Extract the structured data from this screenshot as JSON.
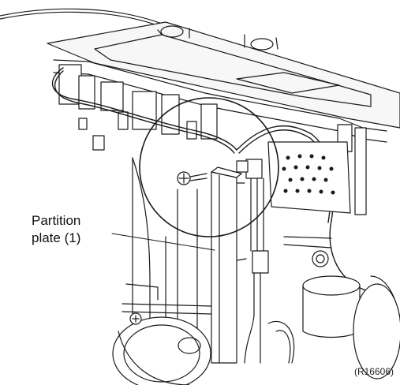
{
  "callout": {
    "line1": "Partition",
    "line2": "plate (1)"
  },
  "figure_id": "(R16606)"
}
